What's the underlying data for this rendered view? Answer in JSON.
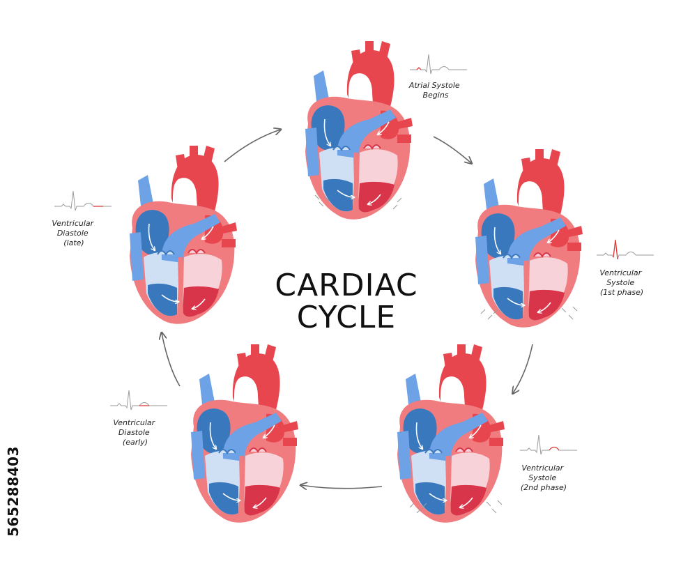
{
  "title": {
    "line1": "CARDIAC",
    "line2": "CYCLE"
  },
  "stock_id": "565288403",
  "colors": {
    "artery_red": "#e8464f",
    "vein_blue": "#6ea2e6",
    "deep_blue": "#3a78bd",
    "light_blue": "#cfe0f5",
    "pink": "#f7d2d8",
    "heart_wall": "#f07c7f",
    "deep_red": "#d8354a",
    "ecg_gray": "#9a9a9a",
    "ecg_red": "#e03a3a"
  },
  "stages": [
    {
      "label_lines": [
        "Atrial Systole",
        "Begins"
      ]
    },
    {
      "label_lines": [
        "Ventricular",
        "Systole",
        "(1st phase)"
      ]
    },
    {
      "label_lines": [
        "Ventricular",
        "Systole",
        "(2nd phase)"
      ]
    },
    {
      "label_lines": [
        "Ventricular",
        "Diastole",
        "(early)"
      ]
    },
    {
      "label_lines": [
        "Ventricular",
        "Diastole",
        "(late)"
      ]
    }
  ]
}
